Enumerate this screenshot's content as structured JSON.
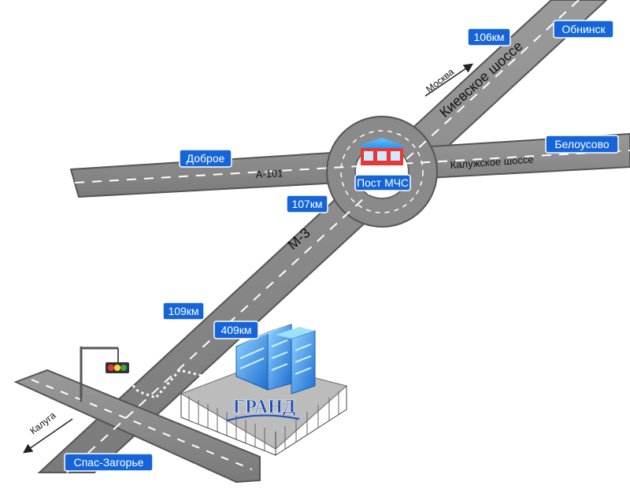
{
  "roads": {
    "m3": "М-3",
    "kievskoe": "Киевское шоссе",
    "a101": "А-101",
    "kaluzhskoe": "Калужское шоссе"
  },
  "directions": {
    "moskva": "Москва",
    "kaluga": "Калуга"
  },
  "signs": {
    "obninsk": "Обнинск",
    "km106": "106км",
    "belousovo": "Белоусово",
    "dobroe": "Доброе",
    "post_mchs": "Пост МЧС",
    "km107": "107км",
    "km109": "109км",
    "km409": "409км",
    "spas_zagorye": "Спас-Загорье"
  },
  "landmark": {
    "name": "ГРАНД"
  },
  "colors": {
    "road": "#8a8a8a",
    "road_edge": "#5a5a5a",
    "sign_bg": "#1565d8",
    "building": "#2f8fe0"
  },
  "icons": [
    "traffic-light-icon",
    "mchs-post-icon",
    "grand-building-icon",
    "arrow-icon"
  ]
}
